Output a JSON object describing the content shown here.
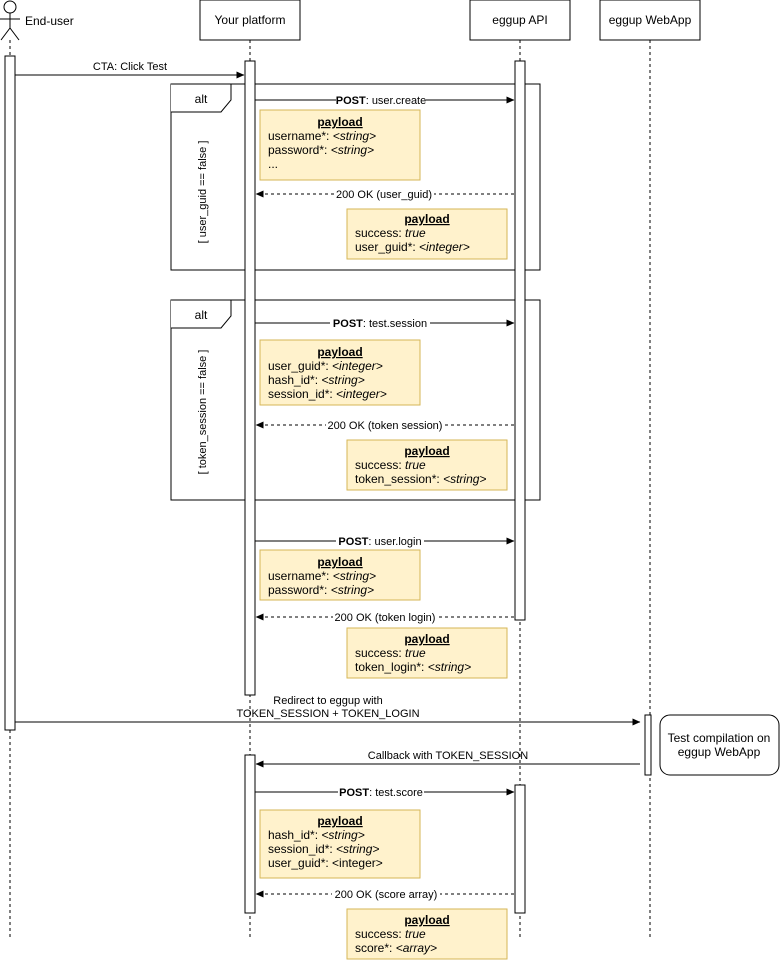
{
  "participants": {
    "end_user": "End-user",
    "platform": "Your platform",
    "api": "eggup API",
    "webapp": "eggup WebApp"
  },
  "messages": {
    "cta": "CTA: Click Test",
    "user_create": [
      "POST",
      ": user.create"
    ],
    "ok_user_guid": "200 OK (user_guid)",
    "test_session": [
      "POST",
      ": test.session"
    ],
    "ok_token_session": "200 OK (token session)",
    "user_login": [
      "POST",
      ": user.login"
    ],
    "ok_token_login": "200 OK (token login)",
    "redirect": [
      "Redirect to eggup with",
      "TOKEN_SESSION + TOKEN_LOGIN"
    ],
    "callback": "Callback with TOKEN_SESSION",
    "test_score": [
      "POST",
      ": test.score"
    ],
    "ok_score": "200 OK (score array)"
  },
  "fragments": [
    {
      "op": "alt",
      "guard": "[ user_guid == false ]"
    },
    {
      "op": "alt",
      "guard": "[ token_session == false ]"
    }
  ],
  "payloads": {
    "title": "payload",
    "user_create": [
      [
        "username*: ",
        "<string>"
      ],
      [
        "password*: ",
        "<string>"
      ],
      [
        "...",
        ""
      ]
    ],
    "user_create_resp": [
      [
        "success: ",
        "true"
      ],
      [
        "user_guid*: ",
        "<integer>"
      ]
    ],
    "test_session": [
      [
        "user_guid*: ",
        "<integer>"
      ],
      [
        "hash_id*: ",
        "<string>"
      ],
      [
        "session_id*: ",
        "<integer>"
      ]
    ],
    "test_session_resp": [
      [
        "success: ",
        "true"
      ],
      [
        "token_session*: ",
        "<string>"
      ]
    ],
    "user_login": [
      [
        "username*: ",
        "<string>"
      ],
      [
        "password*: ",
        "<string>"
      ]
    ],
    "user_login_resp": [
      [
        "success: ",
        "true"
      ],
      [
        "token_login*: ",
        "<string>"
      ]
    ],
    "test_score": [
      [
        "hash_id*: ",
        "<string>"
      ],
      [
        "session_id*: ",
        "<string>"
      ],
      [
        "user_guid*: <integer>",
        ""
      ]
    ],
    "test_score_resp": [
      [
        "success: ",
        "true"
      ],
      [
        "score*: ",
        "<array>"
      ]
    ]
  },
  "note": [
    "Test compilation on",
    "eggup WebApp"
  ],
  "colors": {
    "payload_fill": "#fff2cc",
    "payload_stroke": "#d6b656",
    "line": "#000000"
  }
}
